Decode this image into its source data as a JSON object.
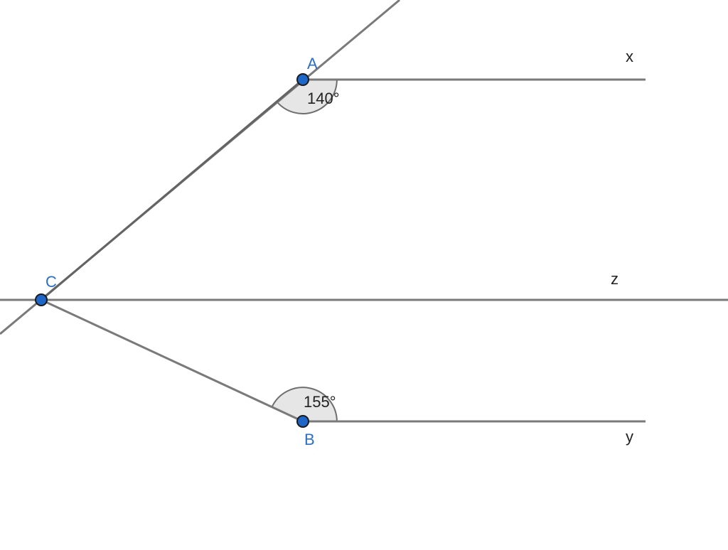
{
  "colors": {
    "line": "#7a7a7a",
    "point_fill": "#1e66c8",
    "point_label": "#2a6fc9",
    "angle_fill": "#e6e6e6",
    "text": "#222222"
  },
  "points": {
    "A": {
      "label": "A"
    },
    "B": {
      "label": "B"
    },
    "C": {
      "label": "C"
    }
  },
  "lines": {
    "x": {
      "label": "x"
    },
    "y": {
      "label": "y"
    },
    "z": {
      "label": "z"
    }
  },
  "angles": {
    "at_A": {
      "label": "140°"
    },
    "at_B": {
      "label": "155°"
    }
  }
}
